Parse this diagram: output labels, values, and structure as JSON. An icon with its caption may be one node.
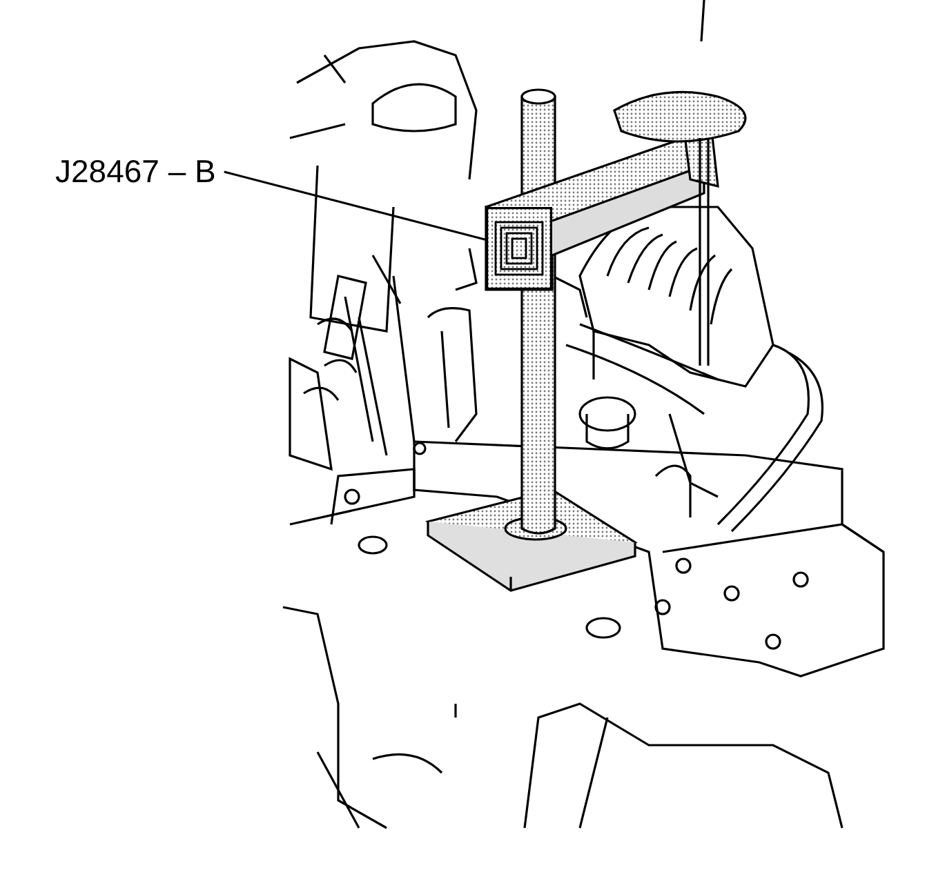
{
  "diagram": {
    "nodes": [
      {
        "text": [
          "J28467 – B"
        ]
      },
      {
        "text": [],
        "shape": "picture"
      }
    ],
    "edges": [
      {
        "from": 0,
        "to": 1,
        "arrow": "none"
      }
    ]
  }
}
